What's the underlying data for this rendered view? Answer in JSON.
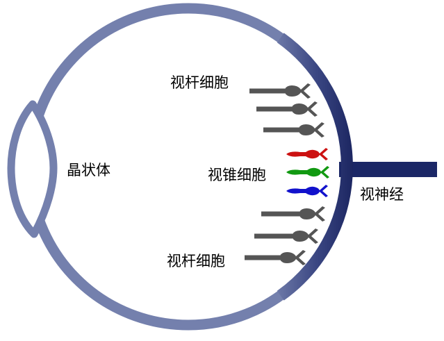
{
  "labels": {
    "lens": "晶状体",
    "rod_top": "视杆细胞",
    "cone": "视锥细胞",
    "rod_bottom": "视杆细胞",
    "optic_nerve": "视神经"
  },
  "colors": {
    "background": "#ffffff",
    "eye_outline": "#7480ad",
    "retina_dark": "#1b2560",
    "optic_nerve": "#1b2766",
    "rod_cell": "#555555",
    "cone_red": "#cc1111",
    "cone_green": "#119911",
    "cone_blue": "#1111cc",
    "label_text": "#000000"
  },
  "cells": [
    {
      "kind": "rod",
      "color": "#555555"
    },
    {
      "kind": "rod",
      "color": "#555555"
    },
    {
      "kind": "rod",
      "color": "#555555"
    },
    {
      "kind": "cone",
      "color": "#cc1111"
    },
    {
      "kind": "cone",
      "color": "#119911"
    },
    {
      "kind": "cone",
      "color": "#1111cc"
    },
    {
      "kind": "rod",
      "color": "#555555"
    },
    {
      "kind": "rod",
      "color": "#555555"
    },
    {
      "kind": "rod",
      "color": "#555555"
    }
  ]
}
